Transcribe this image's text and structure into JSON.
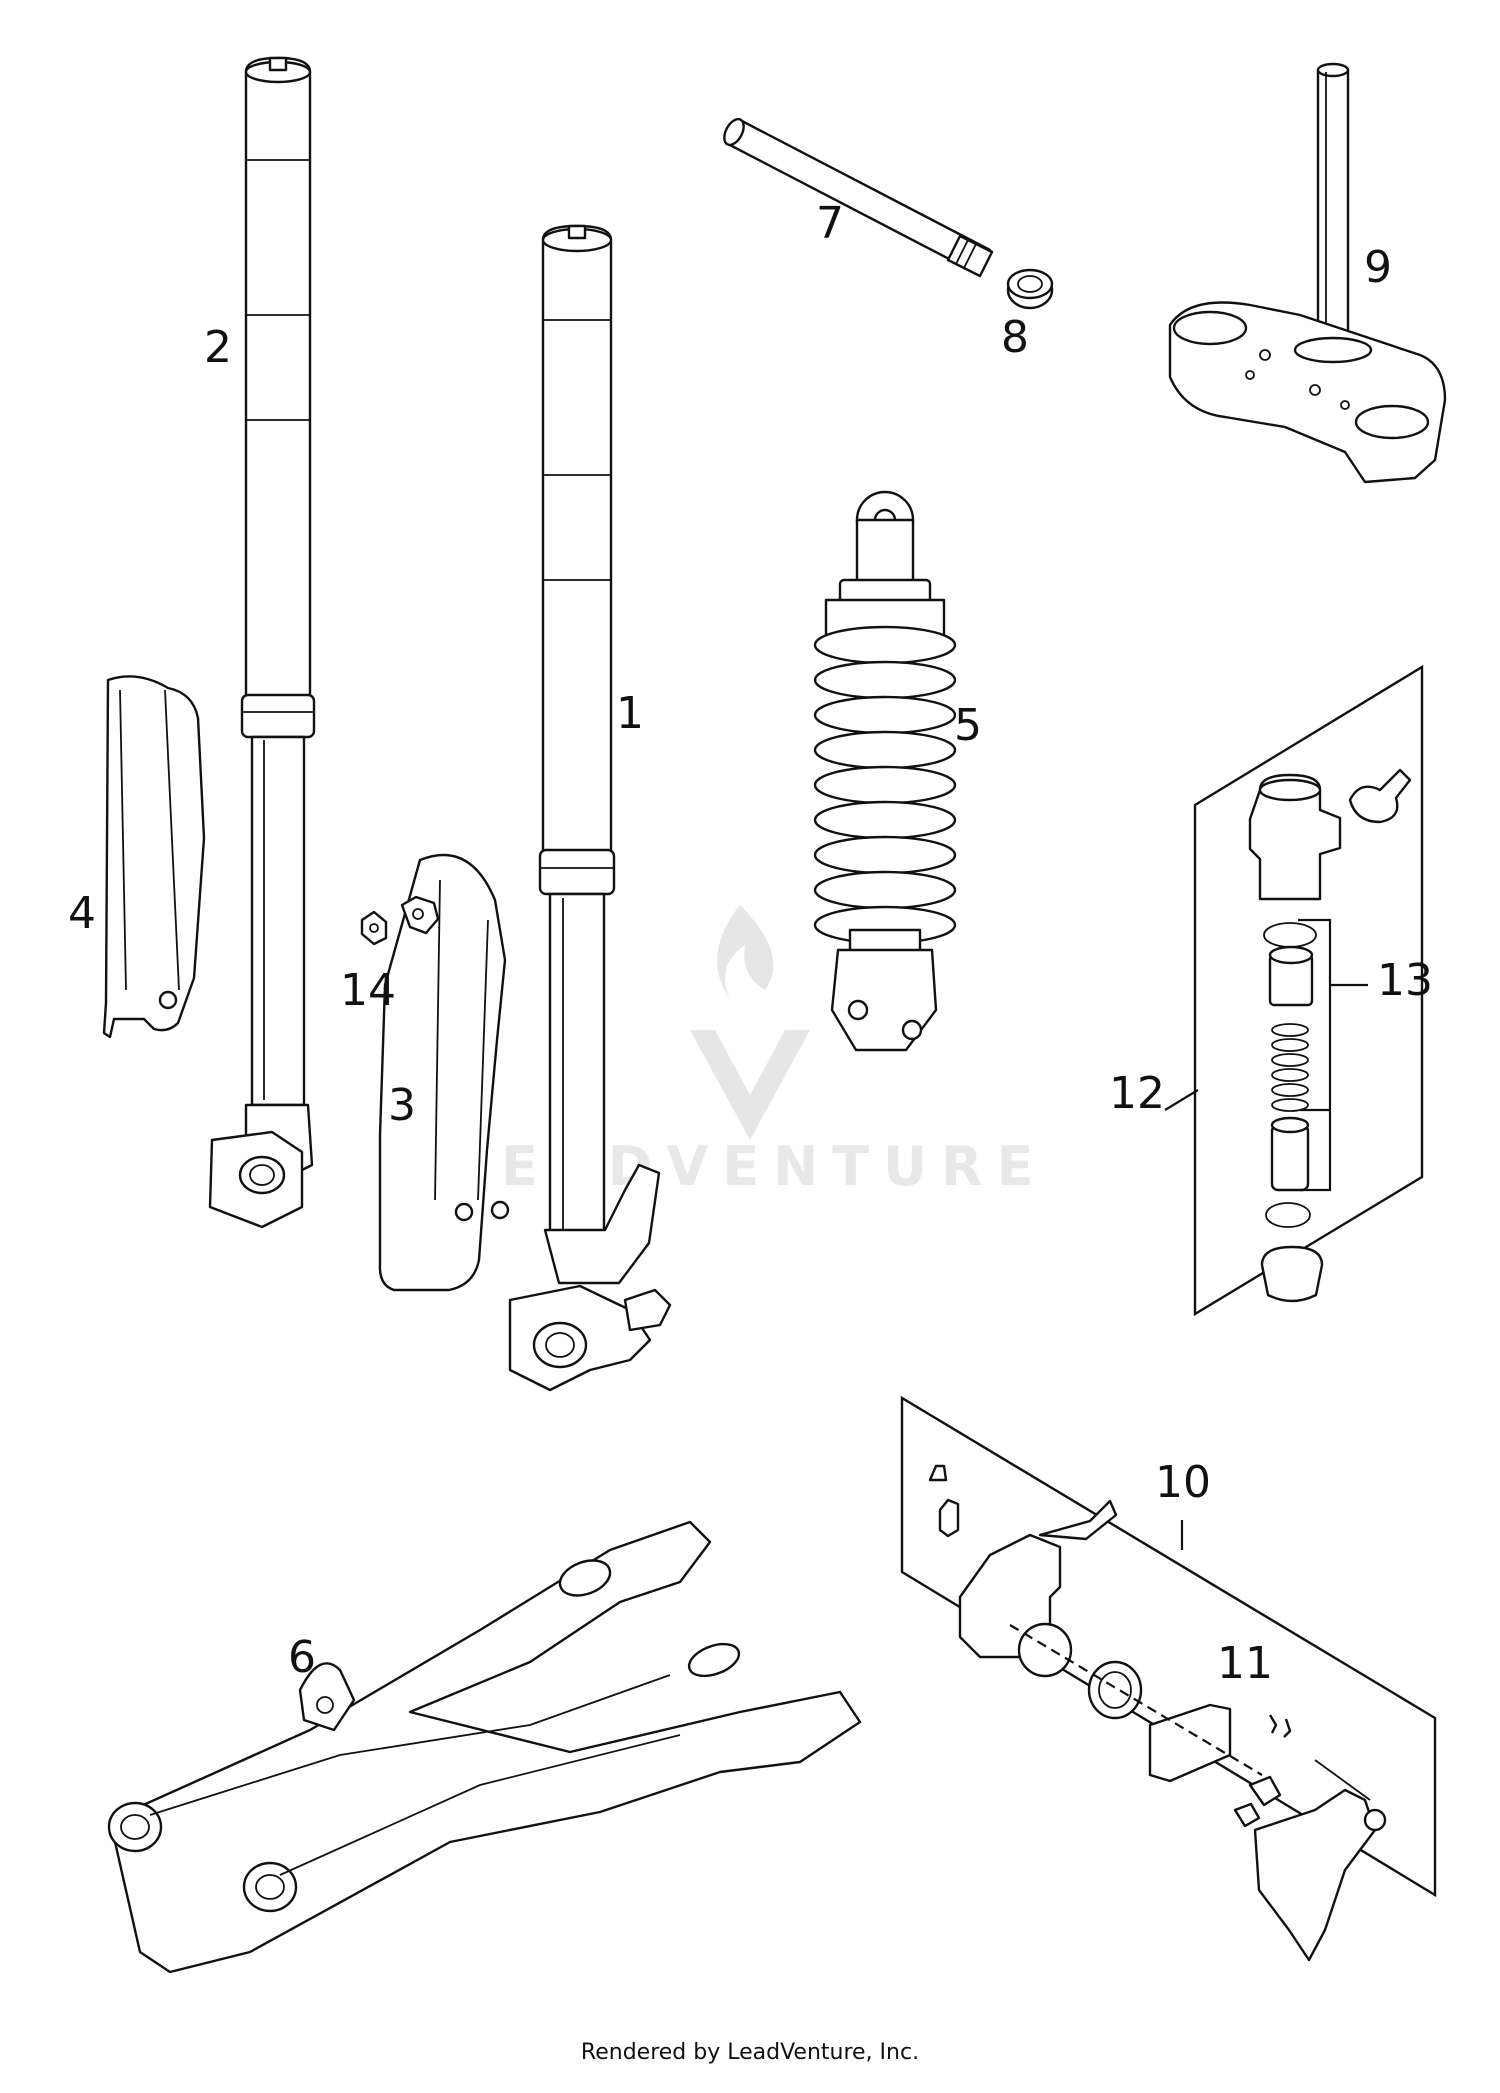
{
  "watermark": {
    "brand": "LEADVENTURE"
  },
  "footer": {
    "text": "Rendered by LeadVenture, Inc."
  },
  "callouts": {
    "c1": "1",
    "c2": "2",
    "c3": "3",
    "c4": "4",
    "c5": "5",
    "c6": "6",
    "c7": "7",
    "c8": "8",
    "c9": "9",
    "c10": "10",
    "c11": "11",
    "c12": "12",
    "c13": "13",
    "c14": "14"
  }
}
